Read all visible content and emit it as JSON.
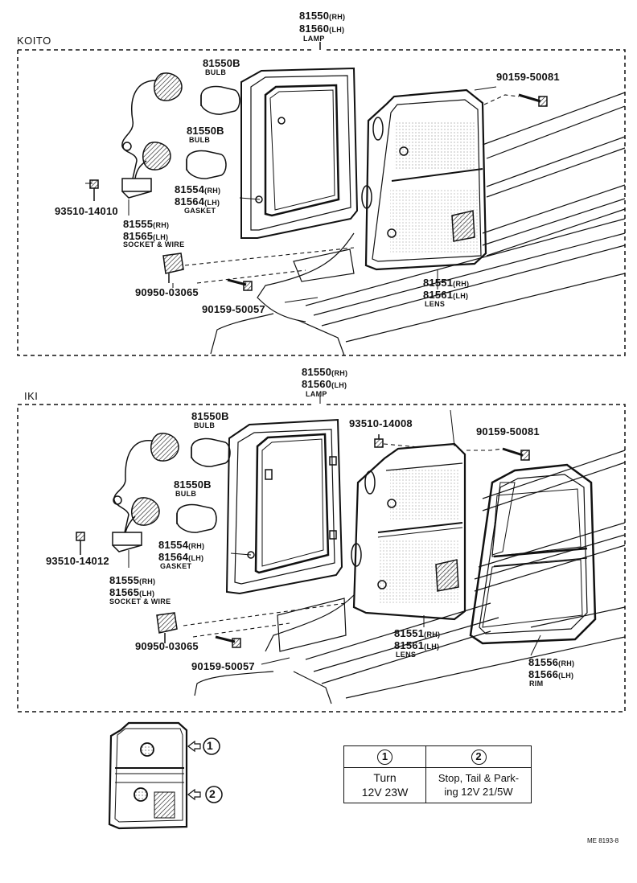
{
  "sections": [
    {
      "name": "KOITO",
      "lamp": {
        "rh": "81550",
        "rh_suffix": "(RH)",
        "lh": "81560",
        "lh_suffix": "(LH)",
        "desc": "LAMP"
      },
      "bulb_top": {
        "pn": "81550B",
        "desc": "BULB"
      },
      "bulb_mid": {
        "pn": "81550B",
        "desc": "BULB"
      },
      "screw_top": "90159-50081",
      "gasket": {
        "rh": "81554",
        "rh_suffix": "(RH)",
        "lh": "81564",
        "lh_suffix": "(LH)",
        "desc": "GASKET"
      },
      "screw_small": "93510-14010",
      "socket": {
        "rh": "81555",
        "rh_suffix": "(RH)",
        "lh": "81565",
        "lh_suffix": "(LH)",
        "desc": "SOCKET & WIRE"
      },
      "clip": "90950-03065",
      "screw_bottom": "90159-50057",
      "lens": {
        "rh": "81551",
        "rh_suffix": "(RH)",
        "lh": "81561",
        "lh_suffix": "(LH)",
        "desc": "LENS"
      }
    },
    {
      "name": "IKI",
      "lamp": {
        "rh": "81550",
        "rh_suffix": "(RH)",
        "lh": "81560",
        "lh_suffix": "(LH)",
        "desc": "LAMP"
      },
      "bulb_top": {
        "pn": "81550B",
        "desc": "BULB"
      },
      "bulb_mid": {
        "pn": "81550B",
        "desc": "BULB"
      },
      "screw_lens": "93510-14008",
      "screw_top": "90159-50081",
      "gasket": {
        "rh": "81554",
        "rh_suffix": "(RH)",
        "lh": "81564",
        "lh_suffix": "(LH)",
        "desc": "GASKET"
      },
      "screw_small": "93510-14012",
      "socket": {
        "rh": "81555",
        "rh_suffix": "(RH)",
        "lh": "81565",
        "lh_suffix": "(LH)",
        "desc": "SOCKET & WIRE"
      },
      "clip": "90950-03065",
      "screw_bottom": "90159-50057",
      "lens": {
        "rh": "81551",
        "rh_suffix": "(RH)",
        "lh": "81561",
        "lh_suffix": "(LH)",
        "desc": "LENS"
      },
      "rim": {
        "rh": "81556",
        "rh_suffix": "(RH)",
        "lh": "81566",
        "lh_suffix": "(LH)",
        "desc": "RIM"
      }
    }
  ],
  "legend": {
    "markers": [
      "1",
      "2"
    ],
    "header": [
      "1",
      "2"
    ],
    "row": [
      "Turn\n12V 23W",
      "Stop, Tail & Park-\ning 12V 21/5W"
    ]
  },
  "ref_code": "ME 8193-8"
}
